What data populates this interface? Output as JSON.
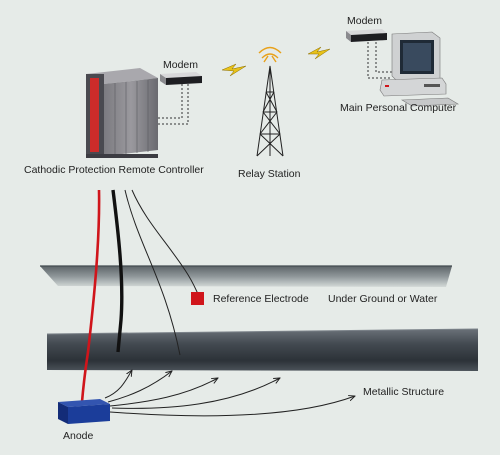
{
  "labels": {
    "modem_left": "Modem",
    "modem_right": "Modem",
    "controller": "Cathodic Protection Remote Controller",
    "relay": "Relay Station",
    "computer": "Main Personal Computer",
    "reference_electrode": "Reference Electrode",
    "ground": "Under Ground or Water",
    "structure": "Metallic Structure",
    "anode": "Anode"
  },
  "colors": {
    "background": "#e6ebe8",
    "anode_cable": "#d0151b",
    "reference_electrode": "#d0151b",
    "anode": "#1b3d9a",
    "lightning": "#e8c21a",
    "structure": "#4f565d"
  },
  "icons": {
    "controller": "cabinet-icon",
    "modem": "modem-icon",
    "relay": "radio-tower-icon",
    "computer": "desktop-computer-icon",
    "link": "lightning-link-icon"
  }
}
